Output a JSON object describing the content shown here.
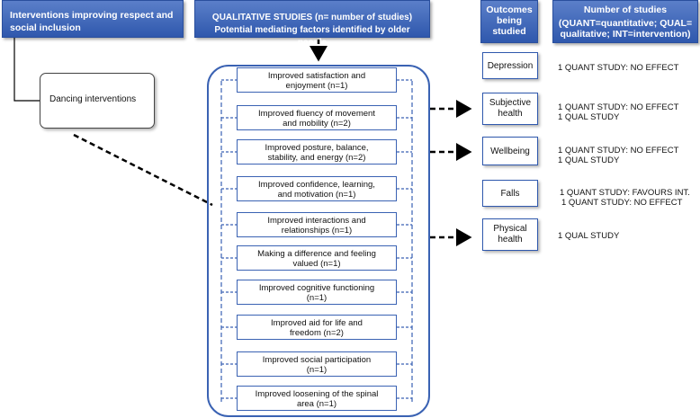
{
  "headers": {
    "interventions": "Interventions improving respect and social inclusion",
    "qualitative_line1": "QUALITATIVE STUDIES (n= number of studies)",
    "qualitative_line2": "Potential mediating factors identified by older people",
    "outcomes": "Outcomes being studied",
    "number_of_studies_line1": "Number of studies",
    "number_of_studies_line2": "(QUANT=quantitative; QUAL= qualitative; INT=intervention)"
  },
  "intervention": "Dancing interventions",
  "factors": [
    {
      "line1": "Improved satisfaction and",
      "line2": "enjoyment (n=1)"
    },
    {
      "line1": "Improved fluency of movement",
      "line2": "and mobility (n=2)"
    },
    {
      "line1": "Improved posture, balance,",
      "line2": "stability, and energy (n=2)"
    },
    {
      "line1": "Improved confidence, learning,",
      "line2": "and motivation (n=1)"
    },
    {
      "line1": "Improved interactions and",
      "line2": "relationships (n=1)"
    },
    {
      "line1": "Making a difference and feeling",
      "line2": "valued (n=1)"
    },
    {
      "line1": "Improved cognitive functioning",
      "line2": "(n=1)"
    },
    {
      "line1": "Improved aid for life and",
      "line2": "freedom (n=2)"
    },
    {
      "line1": "Improved social participation",
      "line2": "(n=1)"
    },
    {
      "line1": "Improved loosening of the spinal",
      "line2": "area (n=1)"
    }
  ],
  "outcomes": [
    {
      "label": "Depression",
      "evidence": [
        "1 QUANT STUDY: NO EFFECT"
      ]
    },
    {
      "label": "Subjective health",
      "evidence": [
        "1 QUANT STUDY: NO EFFECT",
        "1 QUAL STUDY"
      ]
    },
    {
      "label": "Wellbeing",
      "evidence": [
        "1 QUANT STUDY: NO EFFECT",
        "1 QUAL STUDY"
      ]
    },
    {
      "label": "Falls",
      "evidence": [
        "1 QUANT STUDY: FAVOURS INT.",
        "1 QUANT STUDY: NO EFFECT"
      ]
    },
    {
      "label": "Physical health",
      "evidence": [
        "1 QUAL STUDY"
      ]
    }
  ],
  "colors": {
    "header_blue": "#2f58ad",
    "box_border": "#3a62b3",
    "arrow": "#000000"
  }
}
